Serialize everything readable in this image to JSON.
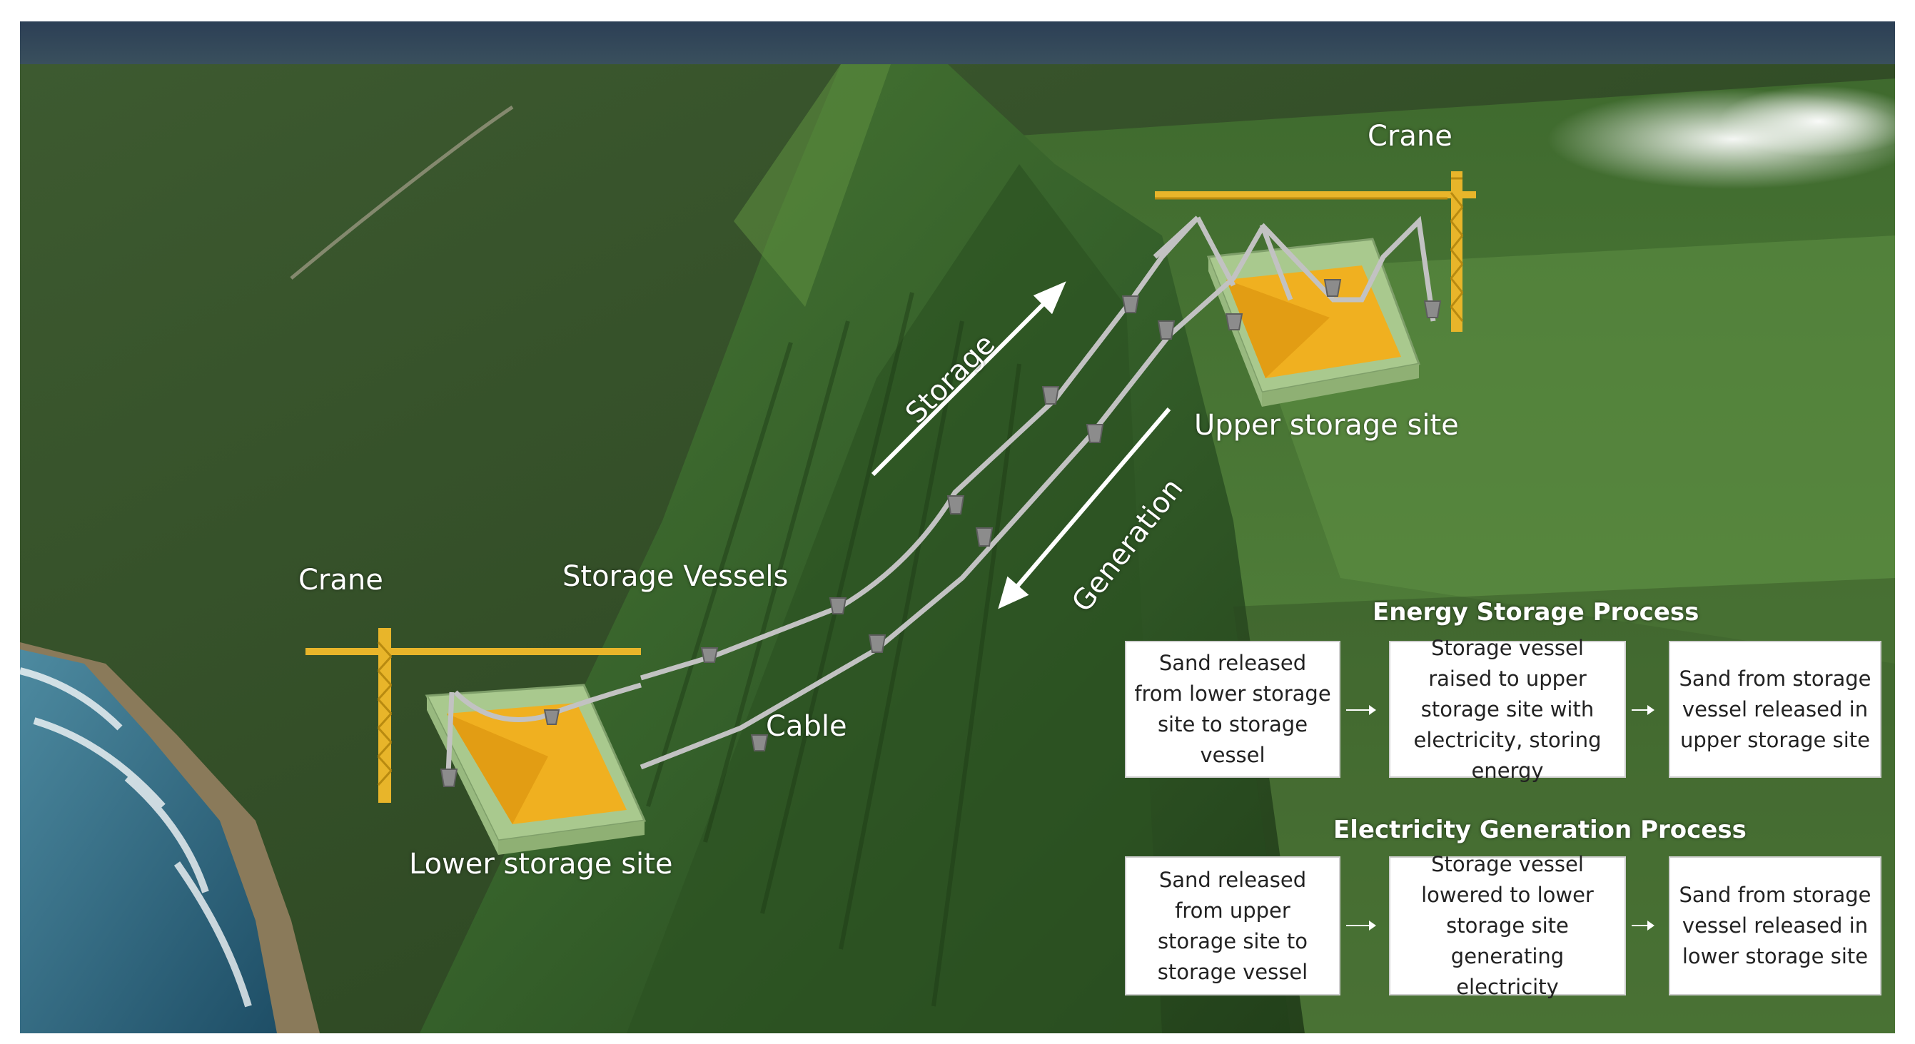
{
  "labels": {
    "crane_upper": "Crane",
    "crane_lower": "Crane",
    "upper_site": "Upper storage site",
    "lower_site": "Lower storage site",
    "storage_vessels": "Storage Vessels",
    "cable": "Cable",
    "storage_arrow": "Storage",
    "generation_arrow": "Generation"
  },
  "processes": {
    "storage": {
      "title": "Energy Storage Process",
      "steps": [
        "Sand released from lower storage site to storage vessel",
        "Storage vessel raised to upper storage site with electricity, storing energy",
        "Sand from storage vessel released in upper storage site"
      ]
    },
    "generation": {
      "title": "Electricity Generation Process",
      "steps": [
        "Sand released from upper storage site to storage vessel",
        "Storage vessel lowered to lower storage site generating electricity",
        "Sand from storage vessel released in lower storage site"
      ]
    }
  },
  "colors": {
    "crane": "#e8b52a",
    "sand": "#f0b020",
    "container": "#a9c98e",
    "cable": "#b8b8b8",
    "vessel": "#8c8c8c",
    "text": "#ffffff"
  }
}
